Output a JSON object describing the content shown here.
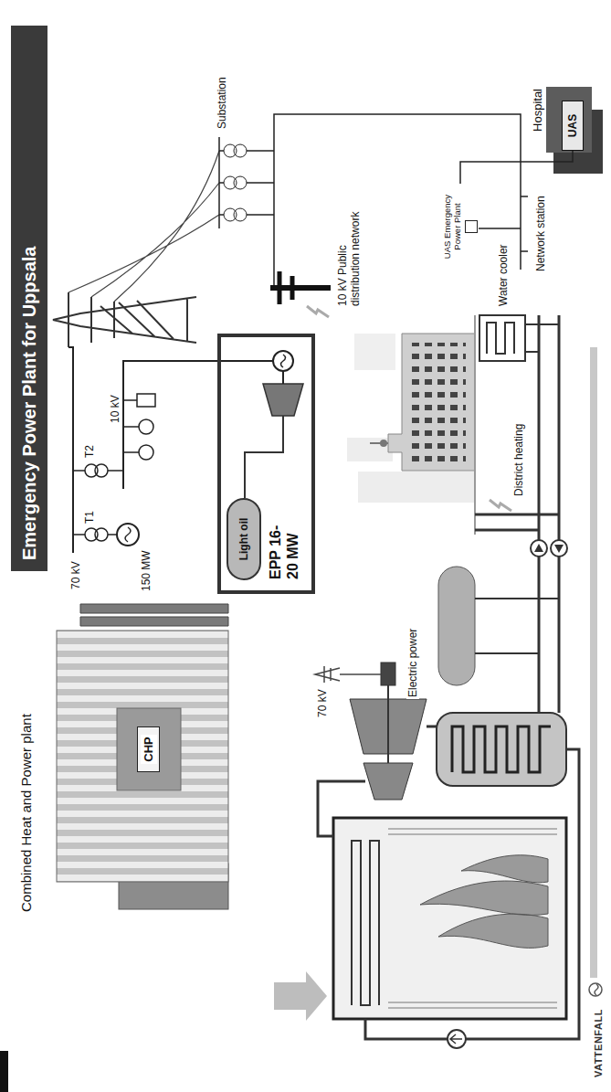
{
  "diagram": {
    "title": "Emergency Power Plant for Uppsala",
    "nodes": [
      {
        "text": [
          "Combined Heat and Power plant"
        ]
      },
      {
        "text": [
          "CHP"
        ],
        "in": 0
      },
      {
        "text": [
          "EPP 16-20 MW"
        ]
      },
      {
        "text": [
          "Light oil"
        ],
        "in": 2
      },
      {
        "text": [
          "Hospital"
        ]
      },
      {
        "text": [
          "UAS"
        ],
        "in": 4
      },
      {
        "text": [
          "UAS Emergency Power Plant"
        ]
      }
    ],
    "edges": [
      {
        "from": 6,
        "to": 5,
        "arrow": "none"
      }
    ],
    "labels": [
      "70 kV",
      "T1",
      "T2",
      "150 MW",
      "10 kV",
      "Substation",
      "Network station",
      "10 kV Public distribution network",
      "District heating",
      "Water cooler",
      "70 kV",
      "Electric power",
      "VATTENFALL"
    ]
  }
}
